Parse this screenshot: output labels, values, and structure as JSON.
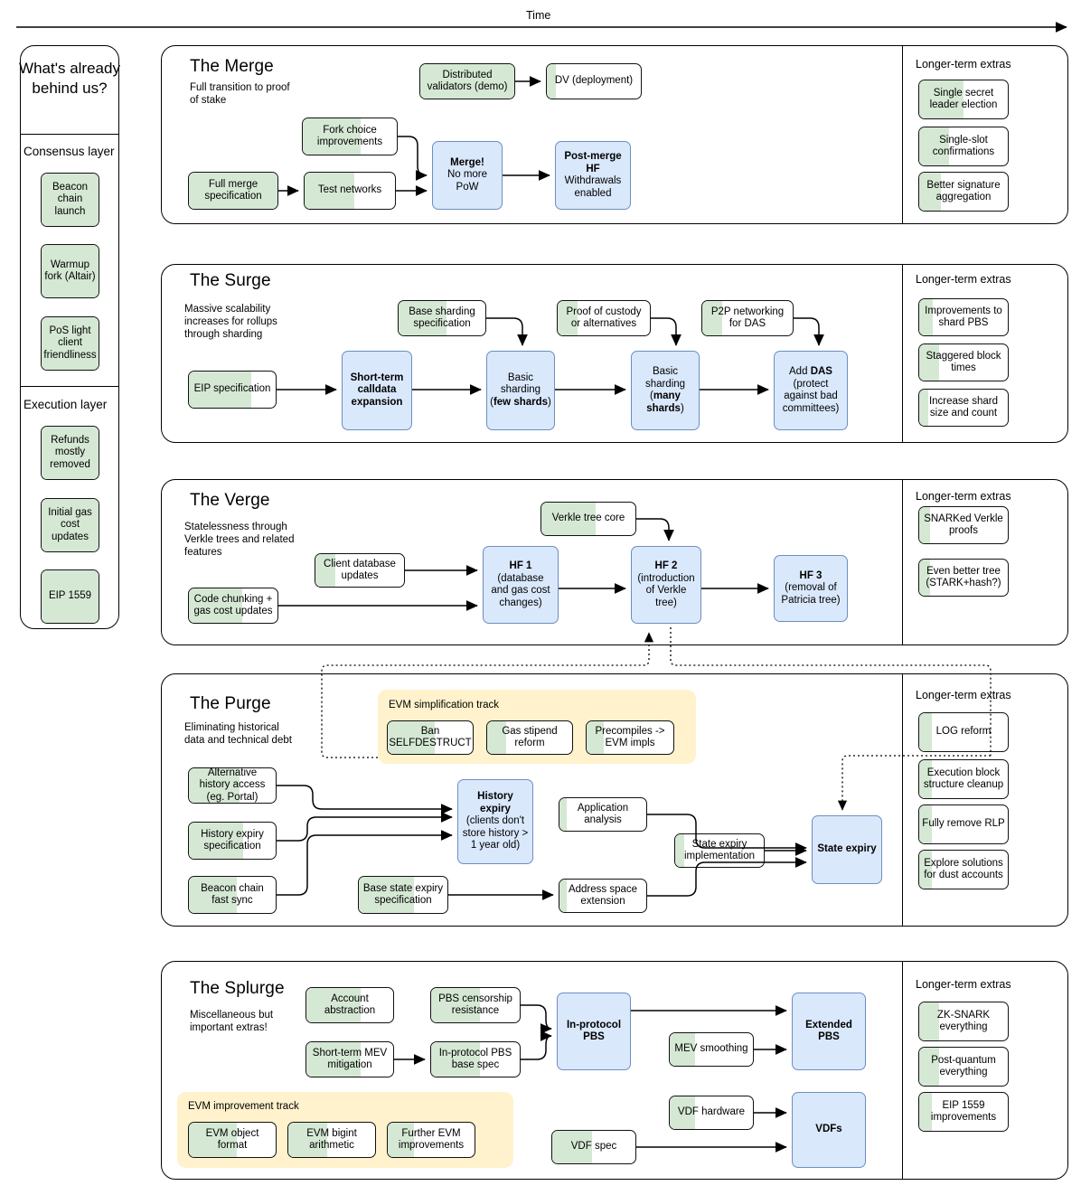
{
  "timeline": {
    "label": "Time"
  },
  "sidebar": {
    "heading": "What's already behind us?",
    "groups": [
      {
        "title": "Consensus layer",
        "items": [
          {
            "label": "Beacon chain launch",
            "progress": 100
          },
          {
            "label": "Warmup fork (Altair)",
            "progress": 100
          },
          {
            "label": "PoS light client friendliness",
            "progress": 100
          }
        ]
      },
      {
        "title": "Execution layer",
        "items": [
          {
            "label": "Refunds mostly removed",
            "progress": 100
          },
          {
            "label": "Initial gas cost updates",
            "progress": 100
          },
          {
            "label": "EIP 1559",
            "progress": 100
          }
        ]
      }
    ]
  },
  "sections": [
    {
      "title": "The Merge",
      "subtitle": "Full transition to proof of stake",
      "nodes": [
        {
          "label": "Distributed validators (demo)",
          "kind": "green",
          "progress": 100
        },
        {
          "label": "DV (deployment)",
          "kind": "green",
          "progress": 10
        },
        {
          "label": "Fork choice improvements",
          "kind": "green",
          "progress": 62
        },
        {
          "label": "Full merge specification",
          "kind": "green",
          "progress": 100
        },
        {
          "label": "Test networks",
          "kind": "green",
          "progress": 55
        },
        {
          "label": "Merge! No more PoW",
          "kind": "blue",
          "bold_first": "Merge!"
        },
        {
          "label": "Post-merge HF Withdrawals enabled",
          "kind": "blue",
          "bold_first": "Post-merge HF"
        }
      ],
      "extras_title": "Longer-term extras",
      "extras": [
        {
          "label": "Single secret leader election",
          "progress": 50
        },
        {
          "label": "Single-slot confirmations",
          "progress": 34
        },
        {
          "label": "Better signature aggregation",
          "progress": 24
        }
      ]
    },
    {
      "title": "The Surge",
      "subtitle": "Massive scalability increases for rollups through sharding",
      "nodes": [
        {
          "label": "Base sharding specification",
          "kind": "green",
          "progress": 55
        },
        {
          "label": "Proof of custody or alternatives",
          "kind": "green",
          "progress": 22
        },
        {
          "label": "P2P networking for DAS",
          "kind": "green",
          "progress": 22
        },
        {
          "label": "EIP specification",
          "kind": "green",
          "progress": 72
        },
        {
          "label": "Short-term calldata expansion",
          "kind": "blue",
          "bold": true
        },
        {
          "label": "Basic sharding (few shards)",
          "kind": "blue",
          "bold_part": "few shards"
        },
        {
          "label": "Basic sharding (many shards)",
          "kind": "blue",
          "bold_part": "many shards"
        },
        {
          "label": "Add DAS (protect against bad committees)",
          "kind": "blue",
          "bold_part": "DAS"
        }
      ],
      "extras_title": "Longer-term extras",
      "extras": [
        {
          "label": "Improvements to shard PBS",
          "progress": 15
        },
        {
          "label": "Staggered block times",
          "progress": 22
        },
        {
          "label": "Increase shard size and count",
          "progress": 10
        }
      ]
    },
    {
      "title": "The Verge",
      "subtitle": "Statelessness through Verkle trees and related features",
      "nodes": [
        {
          "label": "Verkle tree core",
          "kind": "green",
          "progress": 58
        },
        {
          "label": "Client database updates",
          "kind": "green",
          "progress": 22
        },
        {
          "label": "Code chunking + gas cost updates",
          "kind": "green",
          "progress": 60
        },
        {
          "label": "HF 1 (database and gas cost changes)",
          "kind": "blue",
          "bold_first": "HF 1"
        },
        {
          "label": "HF 2 (introduction of Verkle tree)",
          "kind": "blue",
          "bold_first": "HF 2"
        },
        {
          "label": "HF 3 (removal of Patricia tree)",
          "kind": "blue",
          "bold_first": "HF 3"
        }
      ],
      "extras_title": "Longer-term extras",
      "extras": [
        {
          "label": "SNARKed Verkle proofs",
          "progress": 12
        },
        {
          "label": "Even better tree (STARK+hash?)",
          "progress": 12
        }
      ]
    },
    {
      "title": "The Purge",
      "subtitle": "Eliminating historical data and technical debt",
      "track_label": "EVM simplification track",
      "track_nodes": [
        {
          "label": "Ban SELFDESTRUCT",
          "progress": 55
        },
        {
          "label": "Gas stipend reform",
          "progress": 22
        },
        {
          "label": "Precompiles -> EVM impls",
          "progress": 20
        }
      ],
      "nodes": [
        {
          "label": "Alternative history access (eg. Portal)",
          "kind": "green",
          "progress": 58,
          "small_part": "(eg. Portal)"
        },
        {
          "label": "History expiry specification",
          "kind": "green",
          "progress": 62
        },
        {
          "label": "Beacon chain fast sync",
          "kind": "green",
          "progress": 55
        },
        {
          "label": "Base state expiry specification",
          "kind": "green",
          "progress": 62
        },
        {
          "label": "Application analysis",
          "kind": "green",
          "progress": 8
        },
        {
          "label": "State expiry implementation",
          "kind": "green",
          "progress": 10
        },
        {
          "label": "Address space extension",
          "kind": "green",
          "progress": 8
        },
        {
          "label": "History expiry (clients don't store history > 1 year old)",
          "kind": "blue",
          "bold_first": "History expiry"
        },
        {
          "label": "State expiry",
          "kind": "blue",
          "bold": true
        }
      ],
      "extras_title": "Longer-term extras",
      "extras": [
        {
          "label": "LOG reform",
          "progress": 14
        },
        {
          "label": "Execution block structure cleanup",
          "progress": 14
        },
        {
          "label": "Fully remove RLP",
          "progress": 14
        },
        {
          "label": "Explore solutions for dust accounts",
          "progress": 14
        }
      ]
    },
    {
      "title": "The Splurge",
      "subtitle": "Miscellaneous but important extras!",
      "track_label": "EVM improvement track",
      "track_nodes": [
        {
          "label": "EVM object format",
          "progress": 55
        },
        {
          "label": "EVM bigint arithmetic",
          "progress": 45
        },
        {
          "label": "Further EVM improvements",
          "progress": 30
        }
      ],
      "nodes": [
        {
          "label": "Account abstraction",
          "kind": "green",
          "progress": 62
        },
        {
          "label": "PBS censorship resistance",
          "kind": "green",
          "progress": 55
        },
        {
          "label": "Short-term MEV mitigation",
          "kind": "green",
          "progress": 62
        },
        {
          "label": "In-protocol PBS base spec",
          "kind": "green",
          "progress": 55
        },
        {
          "label": "MEV smoothing",
          "kind": "green",
          "progress": 30
        },
        {
          "label": "VDF hardware",
          "kind": "green",
          "progress": 30
        },
        {
          "label": "VDF spec",
          "kind": "green",
          "progress": 48
        },
        {
          "label": "In-protocol PBS",
          "kind": "blue",
          "bold": true
        },
        {
          "label": "Extended PBS",
          "kind": "blue",
          "bold": true
        },
        {
          "label": "VDFs",
          "kind": "blue",
          "bold": true
        }
      ],
      "extras_title": "Longer-term extras",
      "extras": [
        {
          "label": "ZK-SNARK everything",
          "progress": 22
        },
        {
          "label": "Post-quantum everything",
          "progress": 22
        },
        {
          "label": "EIP 1559 improvements",
          "progress": 14
        }
      ]
    }
  ],
  "colors": {
    "green_fill": "#d5e8d4",
    "blue_fill": "#dae8fc",
    "blue_stroke": "#6c8ebf",
    "track_fill": "#fff2cc",
    "stroke": "#111111"
  }
}
